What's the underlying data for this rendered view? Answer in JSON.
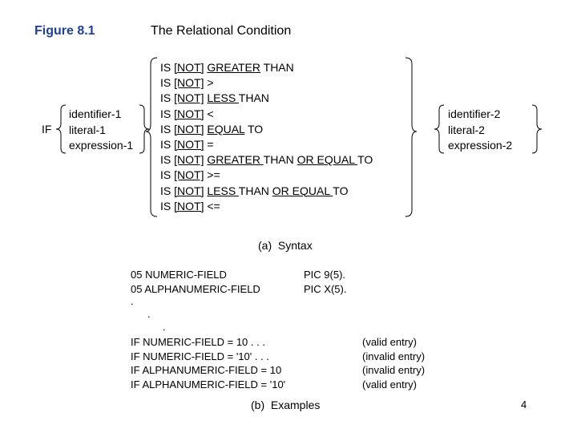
{
  "header": {
    "figure_label": "Figure 8.1",
    "title": "The Relational Condition"
  },
  "syntax": {
    "if_keyword": "IF",
    "left_operands": [
      "identifier-1",
      "literal-1",
      "expression-1"
    ],
    "right_operands": [
      "identifier-2",
      "literal-2",
      "expression-2"
    ],
    "operators": [
      {
        "is": "IS",
        "not": "[NOT]",
        "parts": [
          {
            "t": "GREATER",
            "u": true
          },
          {
            "t": " THAN",
            "u": false
          }
        ]
      },
      {
        "is": "IS",
        "not": "[NOT]",
        "parts": [
          {
            "t": ">",
            "u": false
          }
        ]
      },
      {
        "is": "IS",
        "not": "[NOT]",
        "parts": [
          {
            "t": "LESS ",
            "u": true
          },
          {
            "t": "THAN",
            "u": false
          }
        ]
      },
      {
        "is": "IS",
        "not": "[NOT]",
        "parts": [
          {
            "t": "<",
            "u": false
          }
        ]
      },
      {
        "is": "IS",
        "not": "[NOT]",
        "parts": [
          {
            "t": "EQUAL",
            "u": true
          },
          {
            "t": " TO",
            "u": false
          }
        ]
      },
      {
        "is": "IS",
        "not": "[NOT]",
        "parts": [
          {
            "t": "=",
            "u": false
          }
        ]
      },
      {
        "is": "IS",
        "not": "[NOT]",
        "parts": [
          {
            "t": "GREATER ",
            "u": true
          },
          {
            "t": "THAN ",
            "u": false
          },
          {
            "t": "OR EQUAL ",
            "u": true
          },
          {
            "t": "TO",
            "u": false
          }
        ]
      },
      {
        "is": "IS",
        "not": "[NOT]",
        "parts": [
          {
            "t": ">=",
            "u": false
          }
        ]
      },
      {
        "is": "IS",
        "not": "[NOT]",
        "parts": [
          {
            "t": "LESS ",
            "u": true
          },
          {
            "t": "THAN ",
            "u": false
          },
          {
            "t": "OR EQUAL ",
            "u": true
          },
          {
            "t": "TO",
            "u": false
          }
        ]
      },
      {
        "is": "IS",
        "not": "[NOT]",
        "parts": [
          {
            "t": "<=",
            "u": false
          }
        ]
      }
    ],
    "caption": "(a)  Syntax"
  },
  "examples": {
    "declarations": [
      {
        "line": "05  NUMERIC-FIELD",
        "pic": "PIC 9(5)."
      },
      {
        "line": "05  ALPHANUMERIC-FIELD",
        "pic": "PIC X(5)."
      }
    ],
    "ellipsis_dot": ".",
    "statements": [
      {
        "code": "IF NUMERIC-FIELD = 10 .  .  .",
        "note": "(valid entry)"
      },
      {
        "code": "IF NUMERIC-FIELD = '10' .  .  .",
        "note": "(invalid entry)"
      },
      {
        "code": "IF ALPHANUMERIC-FIELD = 10",
        "note": "(invalid entry)"
      },
      {
        "code": "IF ALPHANUMERIC-FIELD = '10'",
        "note": "(valid entry)"
      }
    ],
    "caption": "(b)  Examples"
  },
  "footer": {
    "page_number": "4"
  }
}
